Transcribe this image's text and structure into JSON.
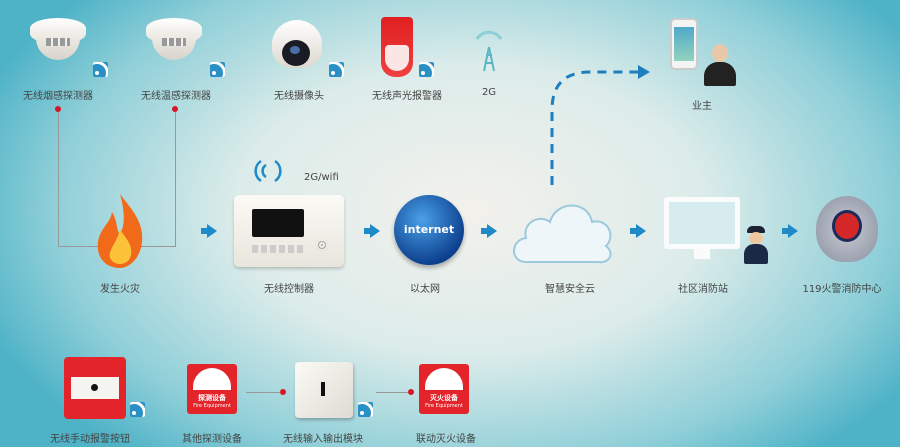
{
  "top_devices": [
    {
      "label": "无线烟感探测器"
    },
    {
      "label": "无线温感探测器"
    },
    {
      "label": "无线摄像头"
    },
    {
      "label": "无线声光报警器"
    },
    {
      "label": "2G"
    }
  ],
  "owner": {
    "label": "业主"
  },
  "flow": [
    {
      "label": "发生火灾"
    },
    {
      "label": "无线控制器",
      "signal": "2G/wifi"
    },
    {
      "label": "以太网",
      "globe_text": "internet"
    },
    {
      "label": "智慧安全云"
    },
    {
      "label": "社区消防站"
    },
    {
      "label": "119火警消防中心"
    }
  ],
  "bottom_devices": [
    {
      "label": "无线手动报警按钮"
    },
    {
      "label": "其他探测设备",
      "box_title": "探测设备",
      "box_sub": "Fire Equipment"
    },
    {
      "label": "无线输入输出模块"
    },
    {
      "label": "联动灭火设备",
      "box_title": "灭火设备",
      "box_sub": "Fire Equipment"
    }
  ],
  "colors": {
    "accent": "#1e8ac8",
    "alarm_red": "#e3242b"
  }
}
